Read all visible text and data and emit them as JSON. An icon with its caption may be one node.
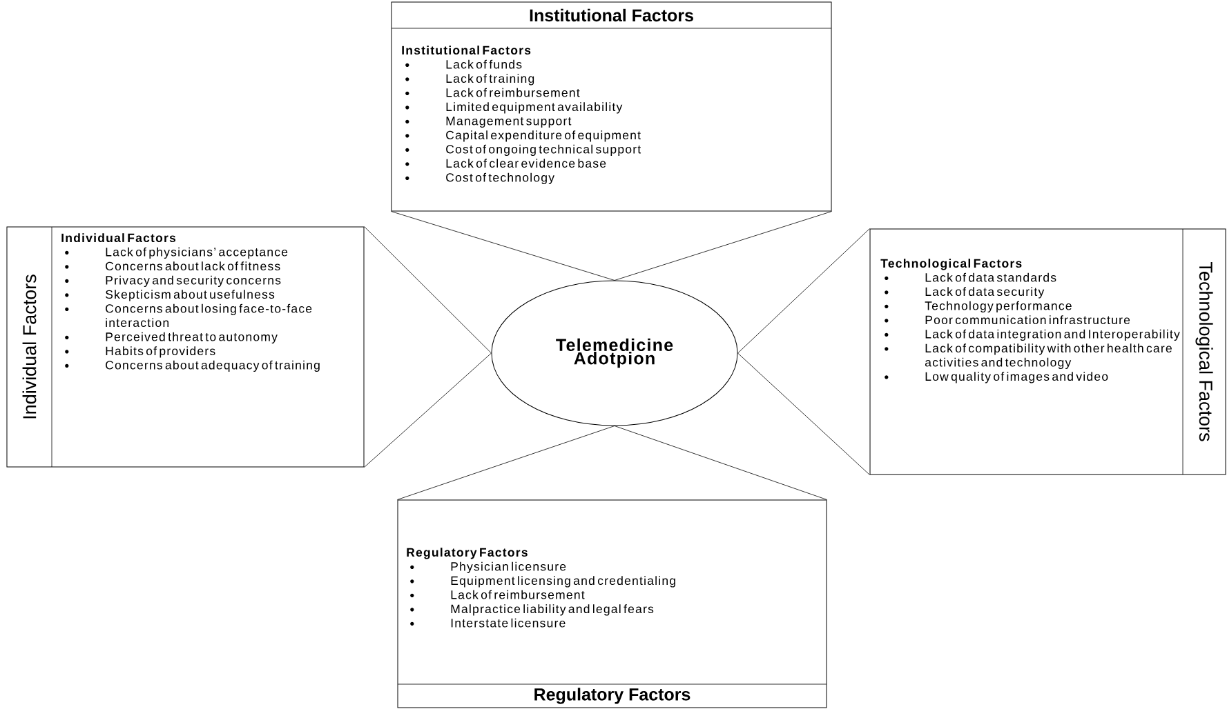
{
  "diagram": {
    "nodes": [
      {
        "text": [
          "Institutional Factors",
          "Institutional Factors",
          "Lack of funds",
          "Lack of training",
          "Lack of reimbursement",
          "Limited equipment availability",
          "Management support",
          "Capital expenditure of equipment",
          "Cost of ongoing technical support",
          "Lack of clear evidence base",
          "Cost of technology"
        ]
      },
      {
        "text": [
          "Individual Factors",
          "Individual Factors",
          "Lack of physicians’ acceptance",
          "Concerns about lack of fitness",
          "Privacy and security concerns",
          "Skepticism about usefulness",
          "Concerns about losing face-to-face interaction",
          "Perceived threat to autonomy",
          "Habits of providers",
          "Concerns about adequacy of training"
        ]
      },
      {
        "text": [
          "Telemedicine Adotpion"
        ]
      },
      {
        "text": [
          "Technological Factors",
          "Technological Factors",
          "Lack of data standards",
          "Lack of data security",
          "Technology performance",
          "Poor communication infrastructure",
          "Lack of data integration and Interoperability",
          "Lack of compatibility with other health care activities and technology",
          "Low quality of images and video"
        ]
      },
      {
        "text": [
          "Regulatory Factors",
          "Regulatory Factors",
          "Physician licensure",
          "Equipment licensing and credentialing",
          "Lack of reimbursement",
          "Malpractice liability and legal fears",
          "Interstate licensure"
        ]
      }
    ],
    "edges": [
      {
        "from": 2,
        "to": 0,
        "arrow": "none"
      },
      {
        "from": 2,
        "to": 1,
        "arrow": "none"
      },
      {
        "from": 2,
        "to": 3,
        "arrow": "none"
      },
      {
        "from": 2,
        "to": 4,
        "arrow": "none"
      }
    ]
  }
}
